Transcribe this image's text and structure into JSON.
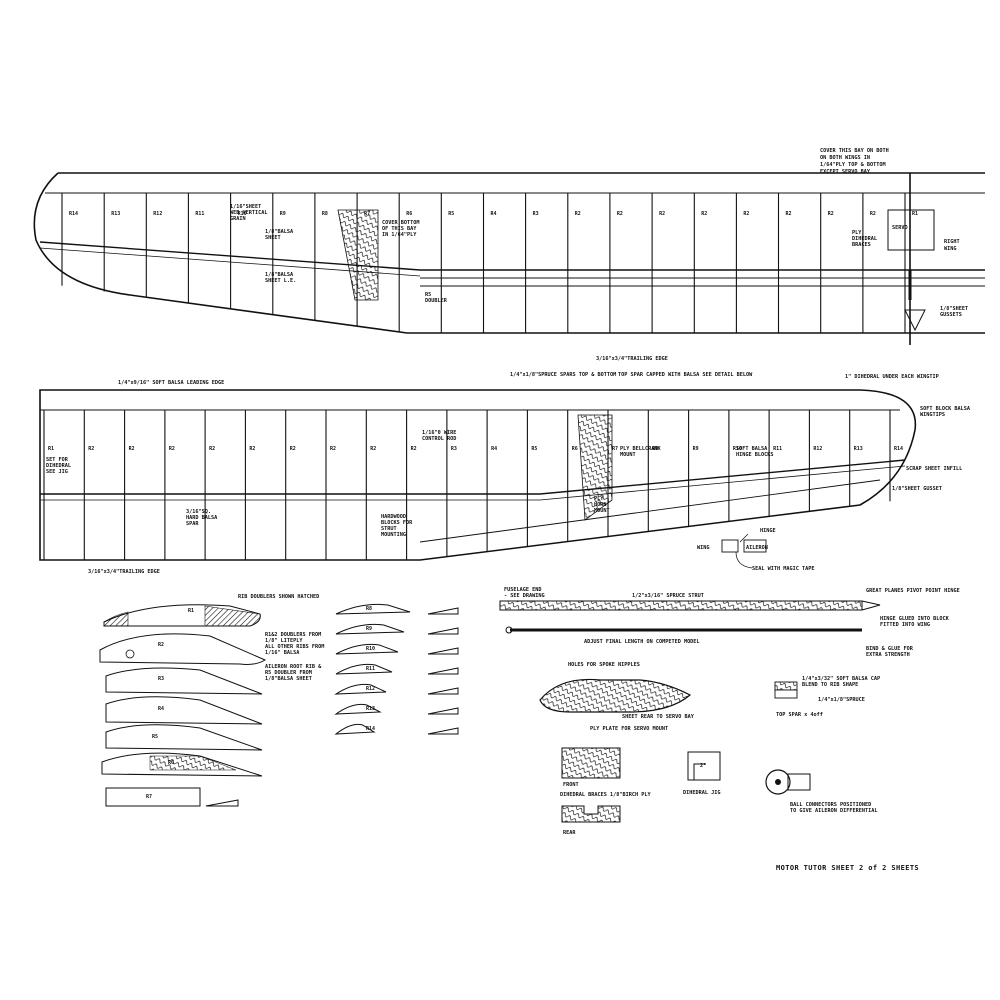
{
  "title": "MOTOR TUTOR   SHEET 2 of 2 SHEETS",
  "upper_wing": {
    "ribs": [
      "R14",
      "R13",
      "R12",
      "R11",
      "R10",
      "R9",
      "R8",
      "R7",
      "R6",
      "R5",
      "R4",
      "R3",
      "R2",
      "R2",
      "R2",
      "R2",
      "R2",
      "R2",
      "R2",
      "R2",
      "R1"
    ],
    "notes": {
      "cover_bay": "COVER THIS BAY ON BOTH",
      "cover_bay_2": "ON BOTH WINGS IN",
      "cover_bay_3": "1/64\"PLY TOP & BOTTOM",
      "cover_bay_4": "EXCEPT SERVO BAY",
      "web": "1/16\"SHEET",
      "web_2": "WEB VERTICAL",
      "web_3": "GRAIN",
      "balsa_sheet": "1/8\"BALSA",
      "balsa_sheet_2": "SHEET",
      "balsa_le": "1/8\"BALSA",
      "balsa_le_2": "SHEET L.E.",
      "cover_bottom": "COVER BOTTOM",
      "cover_bottom_2": "OF THIS BAY",
      "cover_bottom_3": "IN 1/64\"PLY",
      "r5_doubler": "R5",
      "r5_doubler_2": "DOUBLER",
      "ply_dihedral": "PLY",
      "ply_dihedral_2": "DIHEDRAL",
      "ply_dihedral_3": "BRACES",
      "servo": "SERVO",
      "right_wing": "RIGHT",
      "right_wing_2": "WING",
      "gussets": "1/8\"SHEET",
      "gussets_2": "GUSSETS",
      "trailing_edge": "3/16\"x3/4\"TRAILING EDGE"
    }
  },
  "lower_wing": {
    "ribs": [
      "R1",
      "R2",
      "R2",
      "R2",
      "R2",
      "R2",
      "R2",
      "R2",
      "R2",
      "R2",
      "R3",
      "R4",
      "R5",
      "R6",
      "R7",
      "R8",
      "R9",
      "R10",
      "R11",
      "R12",
      "R13",
      "R14"
    ],
    "notes": {
      "leading_edge": "1/4\"x9/16\" SOFT BALSA LEADING EDGE",
      "spruce_spars": "1/4\"x1/8\"SPRUCE SPARS TOP & BOTTOM",
      "top_spar_capped": "TOP SPAR CAPPED WITH BALSA  SEE DETAIL BELOW",
      "dihedral": "1\" DIHEDRAL UNDER EACH WINGTIP",
      "soft_block": "SOFT BLOCK BALSA",
      "soft_block_2": "WINGTIPS",
      "r1_set": "SET FOR",
      "r1_set_2": "DIHEDRAL",
      "r1_set_3": "SEE JIG",
      "wire_rod": "1/16\"0 WIRE",
      "wire_rod_2": "CONTROL ROD",
      "ply_bellcrank": "PLY BELLCRANK",
      "ply_bellcrank_2": "MOUNT",
      "hinge_blocks": "SOFT BALSA",
      "hinge_blocks_2": "HINGE BLOCKS",
      "scrap_sheet": "SCRAP SHEET INFILL",
      "sheet_gusset": "1/8\"SHEET GUSSET",
      "ply_horn": "PLY",
      "ply_horn_2": "HORN",
      "ply_horn_3": "MOUNT",
      "hard_balsa": "3/16\"SQ.",
      "hard_balsa_2": "HARD BALSA",
      "hard_balsa_3": "SPAR",
      "hardwood": "HARDWOOD",
      "hardwood_2": "BLOCKS FOR",
      "hardwood_3": "STRUT",
      "hardwood_4": "MOUNTING",
      "trailing_edge": "3/16\"x3/4\"TRAILING EDGE",
      "hinge": "HINGE",
      "wing": "WING",
      "aileron": "AILERON",
      "seal": "SEAL WITH MAGIC TAPE"
    }
  },
  "rib_details": {
    "doublers_hatched": "RIB DOUBLERS SHOWN HATCHED",
    "r1_r2_doublers": "R1&2 DOUBLERS FROM",
    "r1_r2_doublers_2": "1/8\" LITEPLY",
    "r1_r2_doublers_3": "ALL OTHER RIBS FROM",
    "r1_r2_doublers_4": "1/16\" BALSA",
    "aileron_root": "AILERON ROOT RIB &",
    "aileron_root_2": "R5 DOUBLER FROM",
    "aileron_root_3": "1/8\"BALSA SHEET",
    "left_ribs": [
      "R1",
      "R2",
      "R3",
      "R4",
      "R5",
      "R6",
      "R7"
    ],
    "right_ribs": [
      "R8",
      "R9",
      "R10",
      "R11",
      "R12",
      "R13",
      "R14"
    ]
  },
  "strut": {
    "fuselage_end": "FUSELAGE END",
    "fuselage_end_2": "- SEE DRAWING",
    "spruce_strut": "1/2\"x3/16\" SPRUCE STRUT",
    "pivot_hinge": "GREAT PLANES PIVOT POINT HINGE",
    "hinge_glued": "HINGE GLUED INTO BLOCK",
    "hinge_glued_2": "FITTED INTO WING",
    "adjust": "ADJUST FINAL LENGTH ON COMPETED MODEL",
    "bind_glue": "BIND & GLUE FOR",
    "bind_glue_2": "EXTRA STRENGTH"
  },
  "fairing": {
    "holes": "HOLES FOR SPOKE NIPPLES",
    "sheet_rear": "SHEET REAR TO SERVO BAY",
    "ply_plate": "PLY PLATE FOR SERVO MOUNT"
  },
  "top_spar": {
    "cap": "1/4\"x3/32\" SOFT BALSA CAP",
    "blend": "BLEND TO RIB SHAPE",
    "spruce": "1/4\"x1/8\"SPRUCE",
    "caption": "TOP SPAR x 4off"
  },
  "jig": {
    "front": "FRONT",
    "braces": "DIHEDRAL BRACES  1/8\"BIRCH PLY",
    "rear": "REAR",
    "dihedral_jig": "DIHEDRAL JIG",
    "angle": "2°"
  },
  "ball": {
    "note": "BALL CONNECTORS POSITIONED",
    "note_2": "TO GIVE AILERON DIFFERENTIAL"
  }
}
